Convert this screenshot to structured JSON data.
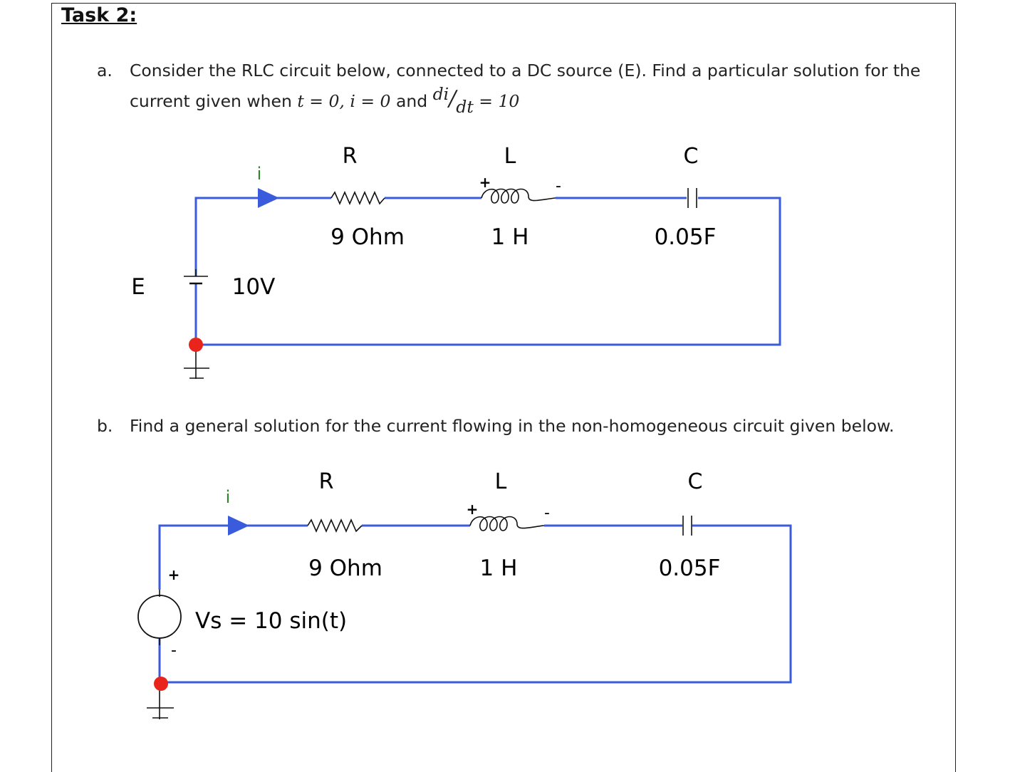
{
  "task": {
    "title": "Task 2:"
  },
  "part_a": {
    "marker": "a.",
    "line1": "Consider the RLC circuit below, connected to a DC source (E). Find a particular solution for the",
    "line2_prefix": "current given when ",
    "cond_t": "t",
    "cond_eq0": " = 0, ",
    "cond_i": "i",
    "cond_eq0b": " = 0",
    "and": " and ",
    "di": "di",
    "dt": "dt",
    "eq10": "= 10"
  },
  "part_b": {
    "marker": "b.",
    "line1": "Find a general solution for the current flowing in the non-homogeneous circuit given below."
  },
  "circuit_a": {
    "current_label": "i",
    "resistor": {
      "symbol": "R",
      "value": "9 Ohm"
    },
    "inductor": {
      "symbol": "L",
      "value": "1 H",
      "plus": "+",
      "minus": "-"
    },
    "capacitor": {
      "symbol": "C",
      "value": "0.05F"
    },
    "source": {
      "symbol": "E",
      "value": "10V"
    },
    "colors": {
      "wire": "#3a5bdc",
      "node": "#e8241c",
      "component": "#111111"
    }
  },
  "circuit_b": {
    "current_label": "i",
    "resistor": {
      "symbol": "R",
      "value": "9 Ohm"
    },
    "inductor": {
      "symbol": "L",
      "value": "1 H",
      "plus": "+",
      "minus": "-"
    },
    "capacitor": {
      "symbol": "C",
      "value": "0.05F"
    },
    "source": {
      "value": "Vs = 10 sin(t)",
      "plus": "+",
      "minus": "-"
    },
    "colors": {
      "wire": "#3a5bdc",
      "node": "#e8241c",
      "component": "#111111"
    }
  }
}
